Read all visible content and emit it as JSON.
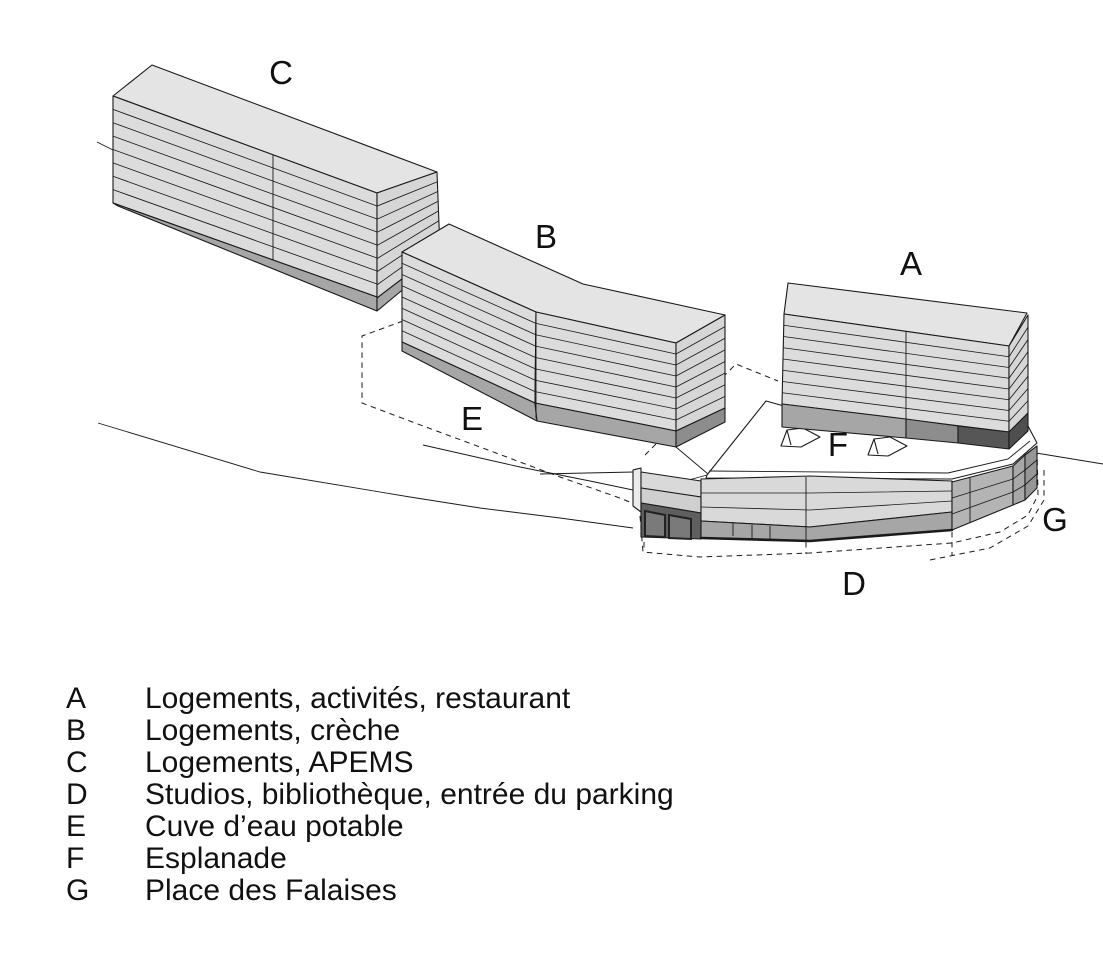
{
  "markers": [
    {
      "letter": "A"
    },
    {
      "letter": "B"
    },
    {
      "letter": "C"
    },
    {
      "letter": "D"
    },
    {
      "letter": "E"
    },
    {
      "letter": "F"
    },
    {
      "letter": "G"
    }
  ],
  "legend": {
    "items": [
      {
        "key": "A",
        "label": "Logements, activités, restaurant"
      },
      {
        "key": "B",
        "label": "Logements, crèche"
      },
      {
        "key": "C",
        "label": "Logements, APEMS"
      },
      {
        "key": "D",
        "label": "Studios, bibliothèque, entrée du parking"
      },
      {
        "key": "E",
        "label": "Cuve d’eau potable"
      },
      {
        "key": "F",
        "label": "Esplanade"
      },
      {
        "key": "G",
        "label": "Place des Falaises"
      }
    ]
  },
  "colors": {
    "background": "#ffffff",
    "line": "#1a1a1a",
    "facade": "#dcdcdc",
    "roof": "#e4e4e4",
    "basement_band": "#a6a6a6",
    "entrance_dark": "#5f5f5f"
  }
}
